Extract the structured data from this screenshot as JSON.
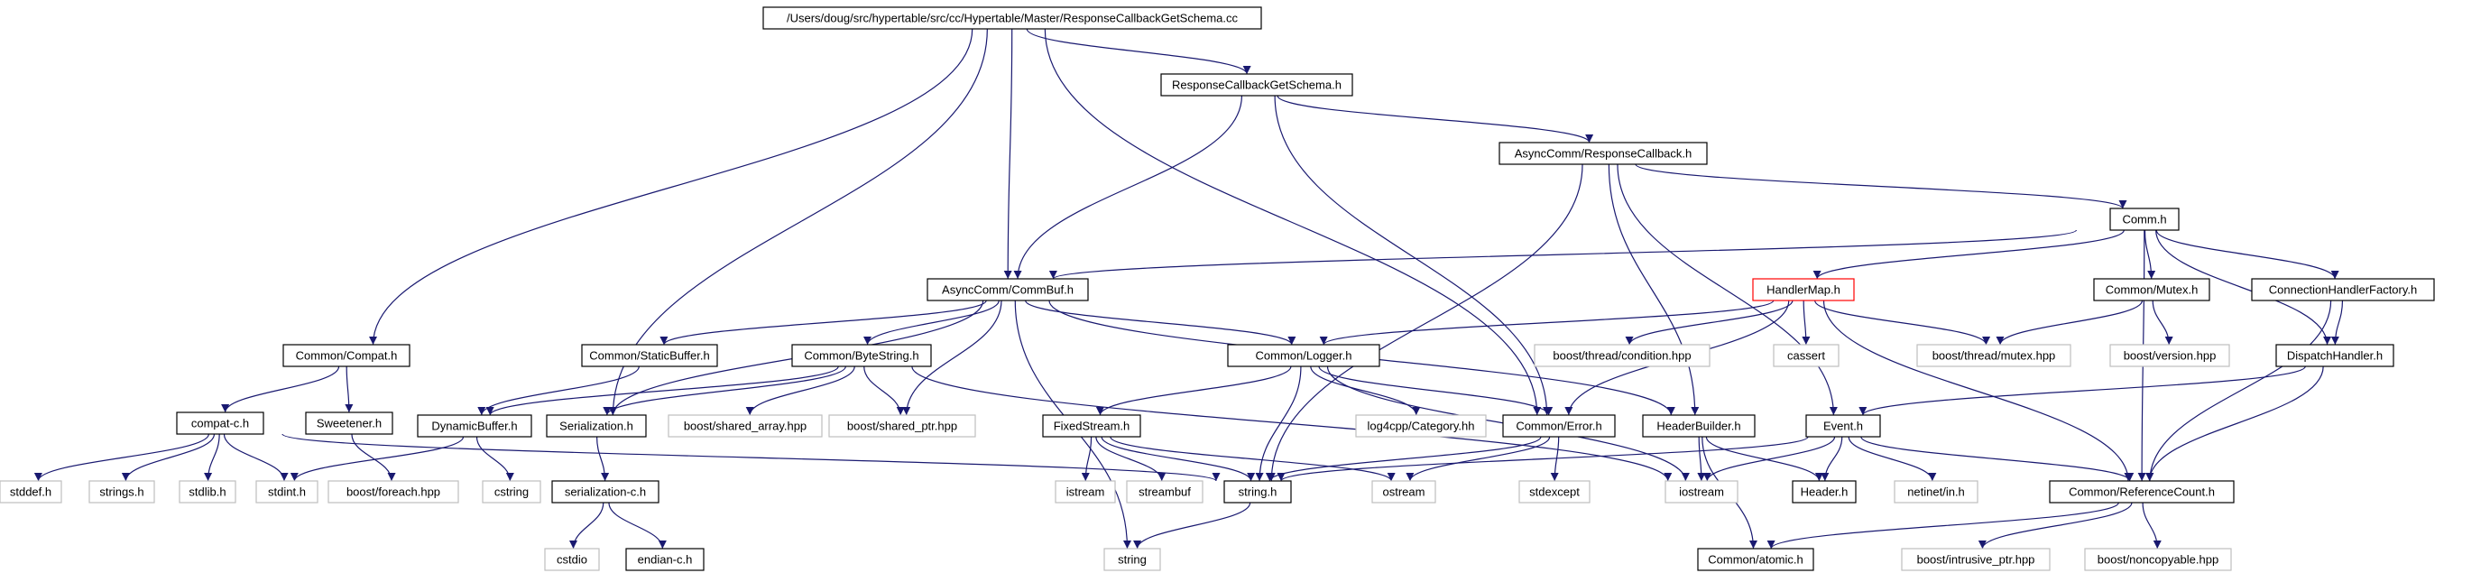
{
  "title": "/Users/doug/src/hypertable/src/cc/Hypertable/Master/ResponseCallbackGetSchema.cc",
  "colors": {
    "edge": "#191970",
    "root_fill": "#bfbfbf",
    "border_file": "#000000",
    "border_missing": "#bfbfbf",
    "border_highlight": "#ff0000",
    "text": "#000000"
  },
  "nodes": [
    {
      "id": "root",
      "label": "/Users/doug/src/hypertable/src/cc/Hypertable/Master/ResponseCallbackGetSchema.cc",
      "kind": "root"
    },
    {
      "id": "rcgs_h",
      "label": "ResponseCallbackGetSchema.h",
      "kind": "file"
    },
    {
      "id": "async_rc",
      "label": "AsyncComm/ResponseCallback.h",
      "kind": "file"
    },
    {
      "id": "comm_h",
      "label": "Comm.h",
      "kind": "file"
    },
    {
      "id": "commbuf",
      "label": "AsyncComm/CommBuf.h",
      "kind": "file"
    },
    {
      "id": "handlermap",
      "label": "HandlerMap.h",
      "kind": "highlight"
    },
    {
      "id": "mutex",
      "label": "Common/Mutex.h",
      "kind": "file"
    },
    {
      "id": "chf",
      "label": "ConnectionHandlerFactory.h",
      "kind": "file"
    },
    {
      "id": "compat",
      "label": "Common/Compat.h",
      "kind": "file"
    },
    {
      "id": "staticbuf",
      "label": "Common/StaticBuffer.h",
      "kind": "file"
    },
    {
      "id": "bytestring",
      "label": "Common/ByteString.h",
      "kind": "file"
    },
    {
      "id": "logger",
      "label": "Common/Logger.h",
      "kind": "file"
    },
    {
      "id": "b_cond",
      "label": "boost/thread/condition.hpp",
      "kind": "missing"
    },
    {
      "id": "cassert",
      "label": "cassert",
      "kind": "missing"
    },
    {
      "id": "b_mutex",
      "label": "boost/thread/mutex.hpp",
      "kind": "missing"
    },
    {
      "id": "b_version",
      "label": "boost/version.hpp",
      "kind": "missing"
    },
    {
      "id": "dispatch",
      "label": "DispatchHandler.h",
      "kind": "file"
    },
    {
      "id": "compatc",
      "label": "compat-c.h",
      "kind": "file"
    },
    {
      "id": "sweetener",
      "label": "Sweetener.h",
      "kind": "file"
    },
    {
      "id": "dynbuf",
      "label": "DynamicBuffer.h",
      "kind": "file"
    },
    {
      "id": "serial",
      "label": "Serialization.h",
      "kind": "file"
    },
    {
      "id": "b_sarray",
      "label": "boost/shared_array.hpp",
      "kind": "missing"
    },
    {
      "id": "b_sptr",
      "label": "boost/shared_ptr.hpp",
      "kind": "missing"
    },
    {
      "id": "fixedstream",
      "label": "FixedStream.h",
      "kind": "file"
    },
    {
      "id": "log4cpp",
      "label": "log4cpp/Category.hh",
      "kind": "missing"
    },
    {
      "id": "error",
      "label": "Common/Error.h",
      "kind": "file"
    },
    {
      "id": "hdrbuilder",
      "label": "HeaderBuilder.h",
      "kind": "file"
    },
    {
      "id": "event",
      "label": "Event.h",
      "kind": "file"
    },
    {
      "id": "stddef",
      "label": "stddef.h",
      "kind": "missing"
    },
    {
      "id": "strings",
      "label": "strings.h",
      "kind": "missing"
    },
    {
      "id": "stdlib",
      "label": "stdlib.h",
      "kind": "missing"
    },
    {
      "id": "stdint",
      "label": "stdint.h",
      "kind": "missing"
    },
    {
      "id": "b_foreach",
      "label": "boost/foreach.hpp",
      "kind": "missing"
    },
    {
      "id": "cstring",
      "label": "cstring",
      "kind": "missing"
    },
    {
      "id": "serialc",
      "label": "serialization-c.h",
      "kind": "file"
    },
    {
      "id": "istream",
      "label": "istream",
      "kind": "missing"
    },
    {
      "id": "streambuf",
      "label": "streambuf",
      "kind": "missing"
    },
    {
      "id": "string_h",
      "label": "string.h",
      "kind": "file"
    },
    {
      "id": "ostream",
      "label": "ostream",
      "kind": "missing"
    },
    {
      "id": "stdexcept",
      "label": "stdexcept",
      "kind": "missing"
    },
    {
      "id": "iostream",
      "label": "iostream",
      "kind": "missing"
    },
    {
      "id": "header_h",
      "label": "Header.h",
      "kind": "file"
    },
    {
      "id": "netinet",
      "label": "netinet/in.h",
      "kind": "missing"
    },
    {
      "id": "refcount",
      "label": "Common/ReferenceCount.h",
      "kind": "file"
    },
    {
      "id": "cstdio",
      "label": "cstdio",
      "kind": "missing"
    },
    {
      "id": "endianc",
      "label": "endian-c.h",
      "kind": "file"
    },
    {
      "id": "string",
      "label": "string",
      "kind": "missing"
    },
    {
      "id": "atomic",
      "label": "Common/atomic.h",
      "kind": "file"
    },
    {
      "id": "b_intrusive",
      "label": "boost/intrusive_ptr.hpp",
      "kind": "missing"
    },
    {
      "id": "b_noncopy",
      "label": "boost/noncopyable.hpp",
      "kind": "missing"
    }
  ],
  "edges": [
    [
      "root",
      "rcgs_h"
    ],
    [
      "root",
      "commbuf"
    ],
    [
      "root",
      "compat"
    ],
    [
      "root",
      "serial"
    ],
    [
      "root",
      "error"
    ],
    [
      "rcgs_h",
      "async_rc"
    ],
    [
      "rcgs_h",
      "commbuf"
    ],
    [
      "rcgs_h",
      "error"
    ],
    [
      "async_rc",
      "comm_h"
    ],
    [
      "async_rc",
      "string_h"
    ],
    [
      "async_rc",
      "hdrbuilder"
    ],
    [
      "async_rc",
      "event"
    ],
    [
      "comm_h",
      "commbuf"
    ],
    [
      "comm_h",
      "handlermap"
    ],
    [
      "comm_h",
      "mutex"
    ],
    [
      "comm_h",
      "chf"
    ],
    [
      "comm_h",
      "dispatch"
    ],
    [
      "comm_h",
      "refcount"
    ],
    [
      "commbuf",
      "staticbuf"
    ],
    [
      "commbuf",
      "bytestring"
    ],
    [
      "commbuf",
      "logger"
    ],
    [
      "commbuf",
      "serial"
    ],
    [
      "commbuf",
      "b_sptr"
    ],
    [
      "commbuf",
      "string"
    ],
    [
      "commbuf",
      "hdrbuilder"
    ],
    [
      "handlermap",
      "logger"
    ],
    [
      "handlermap",
      "b_cond"
    ],
    [
      "handlermap",
      "cassert"
    ],
    [
      "handlermap",
      "b_mutex"
    ],
    [
      "handlermap",
      "error"
    ],
    [
      "handlermap",
      "refcount"
    ],
    [
      "mutex",
      "b_mutex"
    ],
    [
      "mutex",
      "b_version"
    ],
    [
      "chf",
      "dispatch"
    ],
    [
      "chf",
      "refcount"
    ],
    [
      "dispatch",
      "event"
    ],
    [
      "dispatch",
      "refcount"
    ],
    [
      "compat",
      "compatc"
    ],
    [
      "compat",
      "sweetener"
    ],
    [
      "staticbuf",
      "dynbuf"
    ],
    [
      "bytestring",
      "dynbuf"
    ],
    [
      "bytestring",
      "serial"
    ],
    [
      "bytestring",
      "b_sarray"
    ],
    [
      "bytestring",
      "b_sptr"
    ],
    [
      "bytestring",
      "iostream"
    ],
    [
      "logger",
      "fixedstream"
    ],
    [
      "logger",
      "string_h"
    ],
    [
      "logger",
      "log4cpp"
    ],
    [
      "logger",
      "error"
    ],
    [
      "logger",
      "iostream"
    ],
    [
      "compatc",
      "stddef"
    ],
    [
      "compatc",
      "strings"
    ],
    [
      "compatc",
      "stdlib"
    ],
    [
      "compatc",
      "stdint"
    ],
    [
      "compatc",
      "string_h"
    ],
    [
      "sweetener",
      "b_foreach"
    ],
    [
      "dynbuf",
      "stdint"
    ],
    [
      "dynbuf",
      "cstring"
    ],
    [
      "serial",
      "serialc"
    ],
    [
      "serialc",
      "cstdio"
    ],
    [
      "serialc",
      "endianc"
    ],
    [
      "fixedstream",
      "istream"
    ],
    [
      "fixedstream",
      "streambuf"
    ],
    [
      "fixedstream",
      "string_h"
    ],
    [
      "fixedstream",
      "ostream"
    ],
    [
      "error",
      "string_h"
    ],
    [
      "error",
      "ostream"
    ],
    [
      "error",
      "stdexcept"
    ],
    [
      "hdrbuilder",
      "iostream"
    ],
    [
      "hdrbuilder",
      "header_h"
    ],
    [
      "hdrbuilder",
      "atomic"
    ],
    [
      "event",
      "string_h"
    ],
    [
      "event",
      "iostream"
    ],
    [
      "event",
      "header_h"
    ],
    [
      "event",
      "netinet"
    ],
    [
      "event",
      "refcount"
    ],
    [
      "string_h",
      "string"
    ],
    [
      "refcount",
      "atomic"
    ],
    [
      "refcount",
      "b_intrusive"
    ],
    [
      "refcount",
      "b_noncopy"
    ]
  ]
}
